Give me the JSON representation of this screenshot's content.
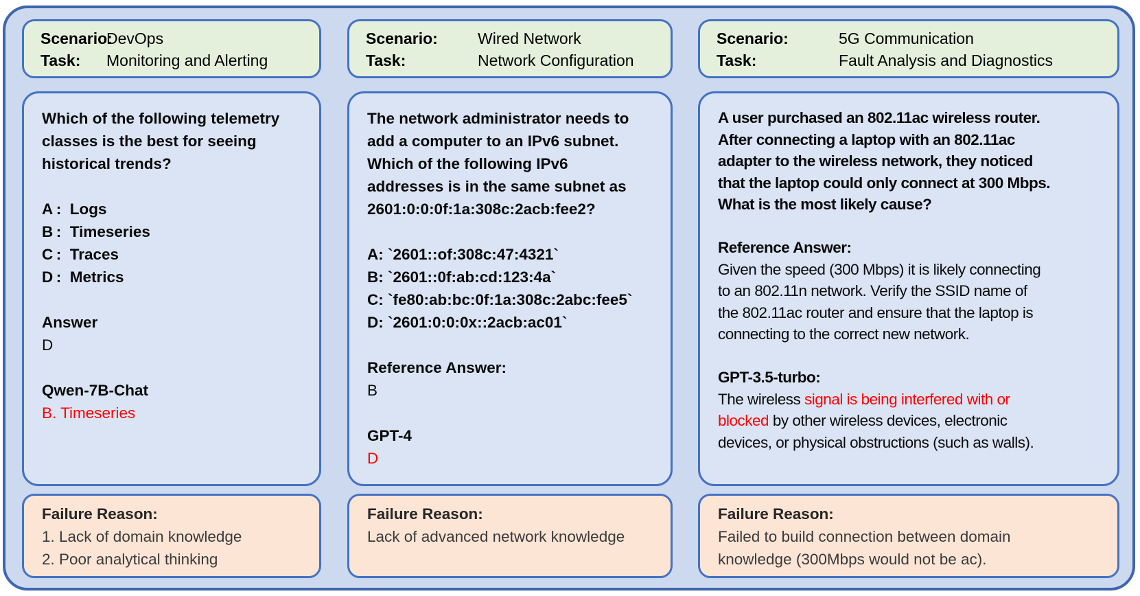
{
  "colors": {
    "outer_border": "#3E66AE",
    "outer_background": "#CCD9EF",
    "inner_box_border": "#4472C4",
    "scenario_box_background": "#E4F0DC",
    "qa_box_background": "#DBE4F4",
    "failure_box_background": "#FCE5D5",
    "wrong_answer_red": "#FF0000"
  },
  "columns": [
    {
      "id": "devops",
      "header": {
        "scenario_label": "Scenario:",
        "scenario": "DevOps",
        "task_label": "Task:",
        "task": "Monitoring and Alerting"
      },
      "qa_lines": [
        [
          {
            "t": "Which of the following telemetry",
            "b": 1
          }
        ],
        [
          {
            "t": "classes is the best for seeing",
            "b": 1
          }
        ],
        [
          {
            "t": "historical trends?",
            "b": 1
          }
        ],
        [],
        [
          {
            "t": "A :  Logs",
            "b": 1
          }
        ],
        [
          {
            "t": "B :  Timeseries",
            "b": 1
          }
        ],
        [
          {
            "t": "C :  Traces",
            "b": 1
          }
        ],
        [
          {
            "t": "D :  Metrics",
            "b": 1
          }
        ],
        [],
        [
          {
            "t": "Answer",
            "b": 1
          }
        ],
        [
          {
            "t": "D"
          }
        ],
        [],
        [
          {
            "t": "Qwen-7B-Chat",
            "b": 1
          }
        ],
        [
          {
            "t": "B. Timeseries",
            "r": 1
          }
        ]
      ],
      "failure": {
        "title": "Failure Reason:",
        "lines": [
          [
            {
              "t": "1. Lack of domain knowledge"
            }
          ],
          [
            {
              "t": "2. Poor analytical thinking"
            }
          ]
        ]
      }
    },
    {
      "id": "wired-network",
      "header": {
        "scenario_label": "Scenario:",
        "scenario": "Wired Network",
        "task_label": "Task:",
        "task": "Network Configuration"
      },
      "qa_lines": [
        [
          {
            "t": "The network administrator needs to",
            "b": 1
          }
        ],
        [
          {
            "t": "add a computer to an IPv6 subnet.",
            "b": 1
          }
        ],
        [
          {
            "t": "Which of the following IPv6",
            "b": 1
          }
        ],
        [
          {
            "t": "addresses is in the same subnet as",
            "b": 1
          }
        ],
        [
          {
            "t": "2601:0:0:0f:1a:308c:2acb:fee2?",
            "b": 1
          }
        ],
        [],
        [
          {
            "t": "A: `2601::of:308c:47:4321`",
            "b": 1
          }
        ],
        [
          {
            "t": "B: `2601::0f:ab:cd:123:4a`",
            "b": 1
          }
        ],
        [
          {
            "t": "C: `fe80:ab:bc:0f:1a:308c:2abc:fee5`",
            "b": 1
          }
        ],
        [
          {
            "t": "D: `2601:0:0:0x::2acb:ac01`",
            "b": 1
          }
        ],
        [],
        [
          {
            "t": "Reference Answer:",
            "b": 1
          }
        ],
        [
          {
            "t": "B"
          }
        ],
        [],
        [
          {
            "t": "GPT-4",
            "b": 1
          }
        ],
        [
          {
            "t": "D",
            "r": 1
          }
        ]
      ],
      "failure": {
        "title": "Failure Reason:",
        "lines": [
          [
            {
              "t": "Lack of advanced network knowledge"
            }
          ]
        ]
      }
    },
    {
      "id": "5g-communication",
      "header": {
        "scenario_label": "Scenario:",
        "scenario": "5G Communication",
        "task_label": "Task:",
        "task": "Fault Analysis and Diagnostics"
      },
      "qa_lines": [
        [
          {
            "t": "A user purchased an 802.11ac wireless router.",
            "b": 1
          }
        ],
        [
          {
            "t": "After connecting a laptop with an 802.11ac",
            "b": 1
          }
        ],
        [
          {
            "t": "adapter to the wireless network, they noticed",
            "b": 1
          }
        ],
        [
          {
            "t": "that the laptop could only connect at 300 Mbps.",
            "b": 1
          }
        ],
        [
          {
            "t": "What is the most likely cause?",
            "b": 1
          }
        ],
        [],
        [
          {
            "t": "Reference Answer:",
            "b": 1
          }
        ],
        [
          {
            "t": "Given the speed (300 Mbps) it is likely connecting"
          }
        ],
        [
          {
            "t": "to an 802.11n network. Verify the SSID name of"
          }
        ],
        [
          {
            "t": "the 802.11ac router and ensure that the laptop is"
          }
        ],
        [
          {
            "t": "connecting to the correct new network."
          }
        ],
        [],
        [
          {
            "t": "GPT-3.5-turbo:",
            "b": 1
          }
        ],
        [
          {
            "t": "The wireless "
          },
          {
            "t": "signal is being interfered with or",
            "r": 1
          }
        ],
        [
          {
            "t": "blocked",
            "r": 1
          },
          {
            "t": " by other wireless devices, electronic"
          }
        ],
        [
          {
            "t": "devices, or physical obstructions (such as walls)."
          }
        ]
      ],
      "failure": {
        "title": "Failure Reason:",
        "lines": [
          [
            {
              "t": "Failed to build connection between domain"
            }
          ],
          [
            {
              "t": "knowledge (300Mbps would not be ac)."
            }
          ]
        ]
      }
    }
  ]
}
